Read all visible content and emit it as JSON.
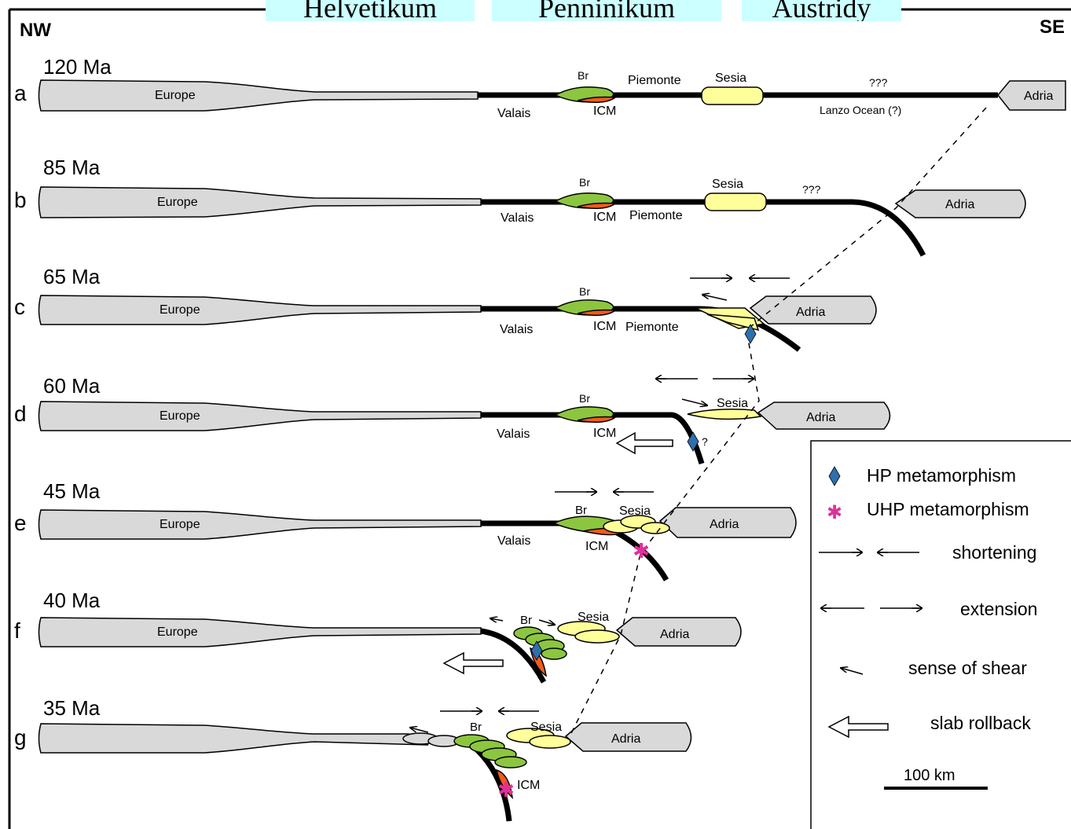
{
  "header_labels": [
    "Helvetikum",
    "Penninikum",
    "Austridy"
  ],
  "orientation": {
    "left": "NW",
    "right": "SE"
  },
  "stages": [
    {
      "letter": "a",
      "age": "120 Ma",
      "europe": "Europe",
      "adria": "Adria",
      "br": "Br",
      "icm": "ICM",
      "valais": "Valais",
      "piemonte": "Piemonte",
      "sesia": "Sesia",
      "unknown": "???",
      "ocean": "Lanzo Ocean (?)"
    },
    {
      "letter": "b",
      "age": "85 Ma",
      "europe": "Europe",
      "adria": "Adria",
      "br": "Br",
      "icm": "ICM",
      "valais": "Valais",
      "piemonte": "Piemonte",
      "sesia": "Sesia",
      "unknown": "???"
    },
    {
      "letter": "c",
      "age": "65 Ma",
      "europe": "Europe",
      "adria": "Adria",
      "br": "Br",
      "icm": "ICM",
      "valais": "Valais",
      "piemonte": "Piemonte"
    },
    {
      "letter": "d",
      "age": "60 Ma",
      "europe": "Europe",
      "adria": "Adria",
      "br": "Br",
      "icm": "ICM",
      "valais": "Valais",
      "sesia": "Sesia",
      "question": "?"
    },
    {
      "letter": "e",
      "age": "45 Ma",
      "europe": "Europe",
      "adria": "Adria",
      "br": "Br",
      "icm": "ICM",
      "valais": "Valais",
      "sesia": "Sesia"
    },
    {
      "letter": "f",
      "age": "40 Ma",
      "europe": "Europe",
      "adria": "Adria",
      "br": "Br",
      "sesia": "Sesia"
    },
    {
      "letter": "g",
      "age": "35 Ma",
      "adria": "Adria",
      "br": "Br",
      "icm": "ICM",
      "sesia": "Sesia"
    }
  ],
  "legend": {
    "hp": "HP metamorphism",
    "uhp": "UHP metamorphism",
    "shortening": "shortening",
    "extension": "extension",
    "shear": "sense of shear",
    "rollback": "slab rollback",
    "scale": "100 km"
  },
  "colors": {
    "continent": "#d9d9d9",
    "brianconnais": "#8cc63f",
    "icm": "#f05a1e",
    "sesia": "#ffff99",
    "hp_diamond": "#2e6fad",
    "uhp_star": "#e0309a",
    "header_bg": "#ccffff"
  }
}
